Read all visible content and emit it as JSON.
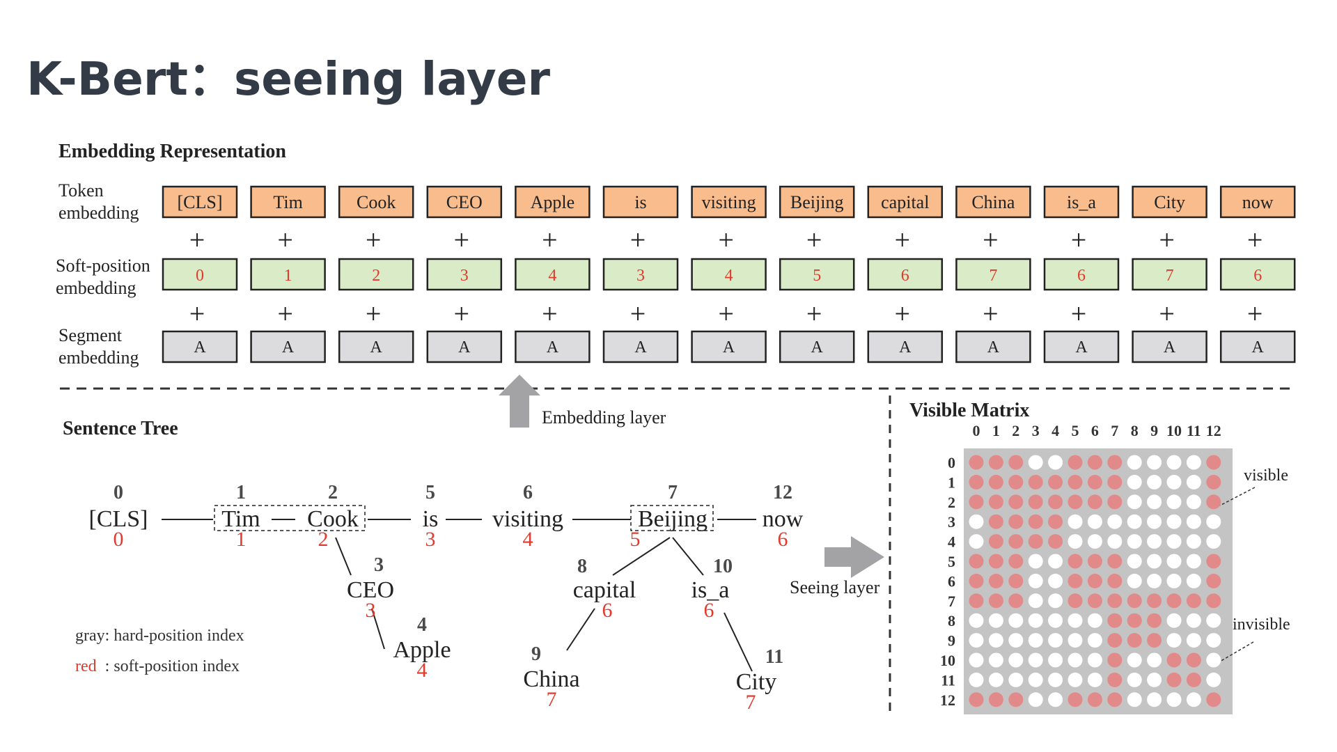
{
  "title": "K-Bert：seeing layer",
  "embedding": {
    "heading": "Embedding Representation",
    "row_labels": {
      "token": [
        "Token",
        "embedding"
      ],
      "soft": [
        "Soft-position",
        "embedding"
      ],
      "segment": [
        "Segment",
        "embedding"
      ]
    },
    "tokens": [
      "[CLS]",
      "Tim",
      "Cook",
      "CEO",
      "Apple",
      "is",
      "visiting",
      "Beijing",
      "capital",
      "China",
      "is_a",
      "City",
      "now"
    ],
    "soft_positions": [
      "0",
      "1",
      "2",
      "3",
      "4",
      "3",
      "4",
      "5",
      "6",
      "7",
      "6",
      "7",
      "6"
    ],
    "segments": [
      "A",
      "A",
      "A",
      "A",
      "A",
      "A",
      "A",
      "A",
      "A",
      "A",
      "A",
      "A",
      "A"
    ],
    "plus_sign": "+"
  },
  "layers": {
    "embedding_layer": "Embedding layer",
    "seeing_layer": "Seeing layer"
  },
  "sentence_tree": {
    "heading": "Sentence Tree",
    "nodes": [
      {
        "id": "cls",
        "word": "[CLS]",
        "hard": "0",
        "soft": "0"
      },
      {
        "id": "tim",
        "word": "Tim",
        "hard": "1",
        "soft": "1"
      },
      {
        "id": "cook",
        "word": "Cook",
        "hard": "2",
        "soft": "2"
      },
      {
        "id": "is",
        "word": "is",
        "hard": "5",
        "soft": "3"
      },
      {
        "id": "visiting",
        "word": "visiting",
        "hard": "6",
        "soft": "4"
      },
      {
        "id": "beijing",
        "word": "Beijing",
        "hard": "7",
        "soft": "5"
      },
      {
        "id": "now",
        "word": "now",
        "hard": "12",
        "soft": "6"
      },
      {
        "id": "ceo",
        "word": "CEO",
        "hard": "3",
        "soft": "3"
      },
      {
        "id": "apple",
        "word": "Apple",
        "hard": "4",
        "soft": "4"
      },
      {
        "id": "capital",
        "word": "capital",
        "hard": "8",
        "soft": "6"
      },
      {
        "id": "isa",
        "word": "is_a",
        "hard": "10",
        "soft": "6"
      },
      {
        "id": "china",
        "word": "China",
        "hard": "9",
        "soft": "7"
      },
      {
        "id": "city",
        "word": "City",
        "hard": "11",
        "soft": "7"
      }
    ],
    "legend": {
      "gray_key": "gray",
      "gray_text": ": hard-position index",
      "red_key": "red",
      "red_text": "  : soft-position index"
    }
  },
  "visible_matrix": {
    "heading": "Visible Matrix",
    "indices": [
      "0",
      "1",
      "2",
      "3",
      "4",
      "5",
      "6",
      "7",
      "8",
      "9",
      "10",
      "11",
      "12"
    ],
    "grid": [
      [
        1,
        1,
        1,
        0,
        0,
        1,
        1,
        1,
        0,
        0,
        0,
        0,
        1
      ],
      [
        1,
        1,
        1,
        1,
        1,
        1,
        1,
        1,
        0,
        0,
        0,
        0,
        1
      ],
      [
        1,
        1,
        1,
        1,
        1,
        1,
        1,
        1,
        0,
        0,
        0,
        0,
        1
      ],
      [
        0,
        1,
        1,
        1,
        1,
        0,
        0,
        0,
        0,
        0,
        0,
        0,
        0
      ],
      [
        0,
        1,
        1,
        1,
        1,
        0,
        0,
        0,
        0,
        0,
        0,
        0,
        0
      ],
      [
        1,
        1,
        1,
        0,
        0,
        1,
        1,
        1,
        0,
        0,
        0,
        0,
        1
      ],
      [
        1,
        1,
        1,
        0,
        0,
        1,
        1,
        1,
        0,
        0,
        0,
        0,
        1
      ],
      [
        1,
        1,
        1,
        0,
        0,
        1,
        1,
        1,
        1,
        1,
        1,
        1,
        1
      ],
      [
        0,
        0,
        0,
        0,
        0,
        0,
        0,
        1,
        1,
        1,
        0,
        0,
        0
      ],
      [
        0,
        0,
        0,
        0,
        0,
        0,
        0,
        1,
        1,
        1,
        0,
        0,
        0
      ],
      [
        0,
        0,
        0,
        0,
        0,
        0,
        0,
        1,
        0,
        0,
        1,
        1,
        0
      ],
      [
        0,
        0,
        0,
        0,
        0,
        0,
        0,
        1,
        0,
        0,
        1,
        1,
        0
      ],
      [
        1,
        1,
        1,
        0,
        0,
        1,
        1,
        1,
        0,
        0,
        0,
        0,
        1
      ]
    ],
    "visible_label": "visible",
    "invisible_label": "invisible"
  },
  "colors": {
    "title": "#333b46",
    "token_fill": "#f9bc8c",
    "soft_fill": "#d9ebc7",
    "segment_fill": "#dcdcdf",
    "soft_index": "#e23a2c",
    "hard_index": "#4a4a4a",
    "matrix_bg": "#c4c4c4",
    "dot_visible": "#e28a8a",
    "dot_invisible": "#ffffff",
    "arrow": "#a3a3a6"
  }
}
